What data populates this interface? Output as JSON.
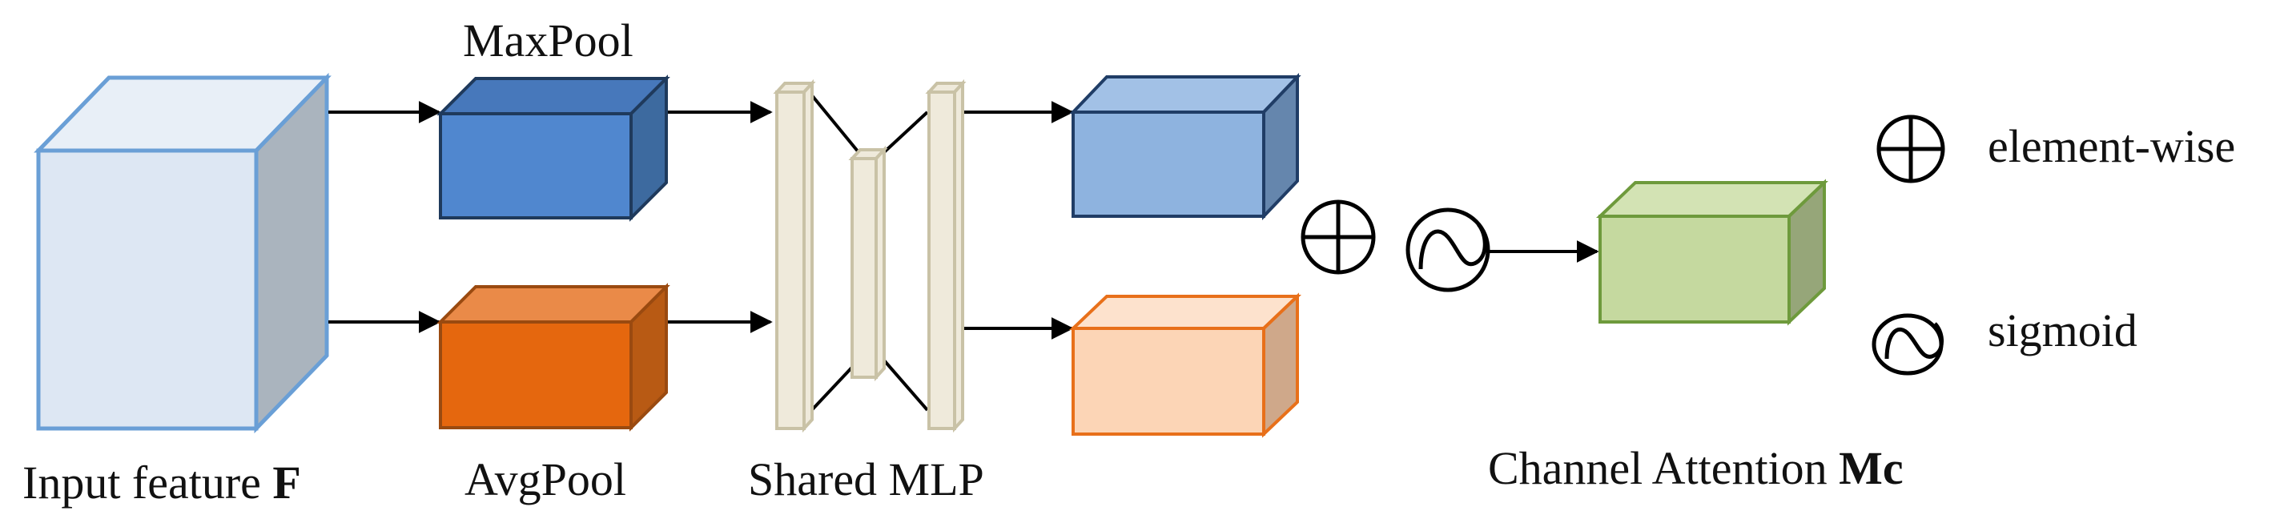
{
  "labels": {
    "input_feature": "Input feature ",
    "input_feature_bold": "F",
    "maxpool": "MaxPool",
    "avgpool": "AvgPool",
    "shared_mlp": "Shared MLP",
    "channel_attention": "Channel Attention ",
    "channel_attention_bold": "Mc"
  },
  "legend": {
    "plus_label": "element-wise",
    "sigmoid_label": "sigmoid"
  },
  "colors": {
    "input_front": "#dde7f3",
    "input_side": "#aab4be",
    "input_top": "#e8eff7",
    "input_stroke": "#6a9fd6",
    "maxpool_front": "#5087cf",
    "maxpool_top": "#4778bb",
    "maxpool_side": "#3d6a9f",
    "maxpool_stroke": "#1f3a5c",
    "avgpool_front": "#e5670e",
    "avgpool_top": "#ea8a48",
    "avgpool_side": "#b85a14",
    "avgpool_stroke": "#9a4a10",
    "mlp_fill": "#efeadb",
    "mlp_stroke": "#c9c2a6",
    "out_blue_front": "#8eb3df",
    "out_blue_top": "#a2c1e6",
    "out_blue_side": "#6586ad",
    "out_blue_stroke": "#203d66",
    "out_orange_front": "#fcd5b6",
    "out_orange_top": "#fde2cd",
    "out_orange_side": "#cfa88a",
    "out_orange_stroke": "#e8701a",
    "attn_front": "#c5d99f",
    "attn_top": "#d3e3b4",
    "attn_side": "#96a679",
    "attn_stroke": "#6e9a3c"
  }
}
